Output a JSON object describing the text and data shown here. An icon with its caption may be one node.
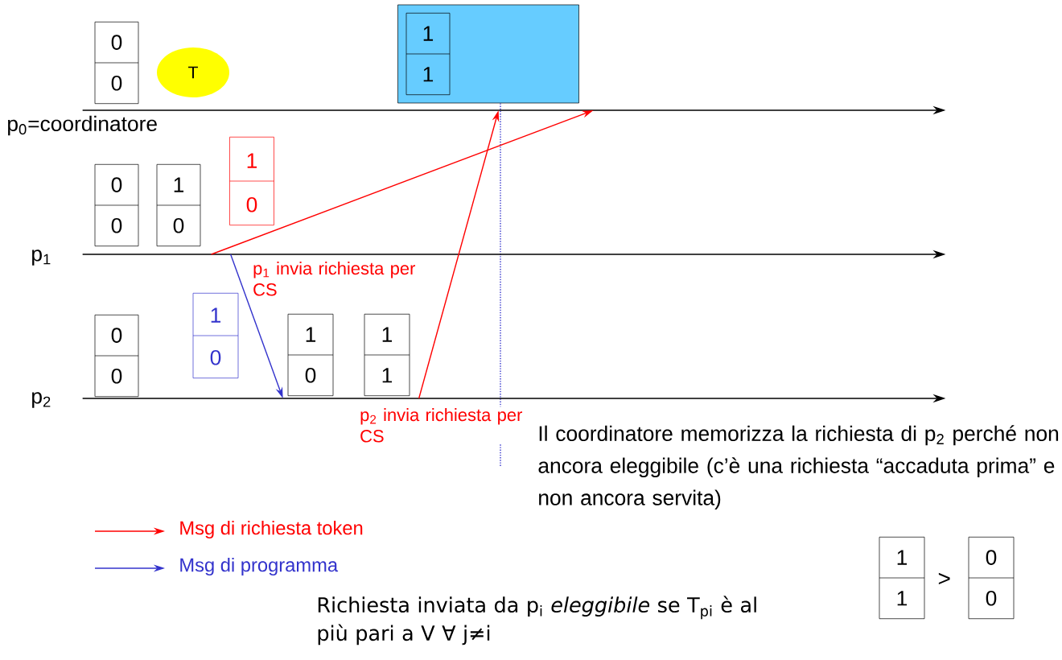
{
  "diagram": {
    "nodes": [
      {
        "text": [
          "0",
          "0"
        ]
      },
      {
        "text": [
          "T"
        ]
      },
      {
        "text": [],
        "shape": "box"
      },
      {
        "text": [
          "1",
          "1"
        ],
        "in": 2
      },
      {
        "text": [],
        "shape": "line",
        "beside": [
          "p$_{0}$=coordinatore"
        ]
      },
      {
        "text": [
          "1",
          "0"
        ]
      },
      {
        "text": [
          "0",
          "0"
        ]
      },
      {
        "text": [
          "1",
          "0"
        ]
      },
      {
        "text": [],
        "shape": "line",
        "beside": [
          "p$_{1}$"
        ]
      },
      {
        "text": [
          "1",
          "0"
        ]
      },
      {
        "text": [
          "0",
          "0"
        ]
      },
      {
        "text": [
          "1",
          "0"
        ]
      },
      {
        "text": [
          "1",
          "1"
        ]
      },
      {
        "text": [],
        "shape": "line",
        "beside": [
          "p$_{2}$"
        ]
      },
      {
        "text": [
          "1",
          "1"
        ]
      },
      {
        "text": [
          "0",
          "0"
        ]
      }
    ],
    "edges": [
      {
        "from": 8,
        "to": 4,
        "arrow": "to",
        "label": "p$_{1}$ invia richiesta per CS"
      },
      {
        "from": 8,
        "to": 13,
        "arrow": "to",
        "color": "#3333cc"
      },
      {
        "from": 13,
        "to": 4,
        "arrow": "to",
        "label": "p$_{2}$ invia richiesta per CS"
      }
    ],
    "labels": [
      "Il coordinatore memorizza la richiesta di p$_{2}$ perché non ancora eleggibile (c’è una richiesta “accaduta prima” e non ancora servita)",
      ">",
      "Richiesta inviata da p$_{i}$ *eleggibile* se T$_{pi}$ è al più pari a V ∀ j≠i"
    ],
    "legend": [
      {
        "text": "Msg di richiesta token"
      },
      {
        "text": "Msg di programma"
      }
    ]
  }
}
